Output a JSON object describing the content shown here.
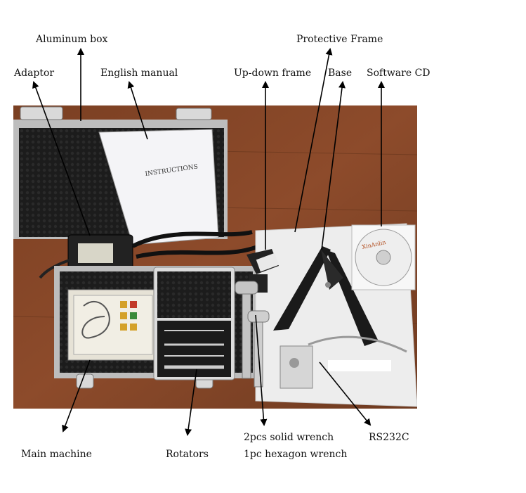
{
  "labels": {
    "aluminum_box": "Aluminum box",
    "protective_frame": "Protective Frame",
    "adaptor": "Adaptor",
    "english_manual": "English manual",
    "up_down_frame": "Up-down frame",
    "base": "Base",
    "software_cd": "Software CD",
    "main_machine": "Main machine",
    "rotators": "Rotators",
    "solid_wrench": "2pcs solid wrench",
    "hexagon_wrench": "1pc hexagon wrench",
    "rs232c": "RS232C"
  },
  "photo": {
    "manual_text": "INSTRUCTIONS",
    "cd_text": "XinAnlin"
  },
  "colors": {
    "table": "#8a4a2a",
    "case_frame": "#c8c8c8",
    "foam": "#1a1a1a",
    "insert": "#ececec",
    "arrow": "#000000"
  }
}
